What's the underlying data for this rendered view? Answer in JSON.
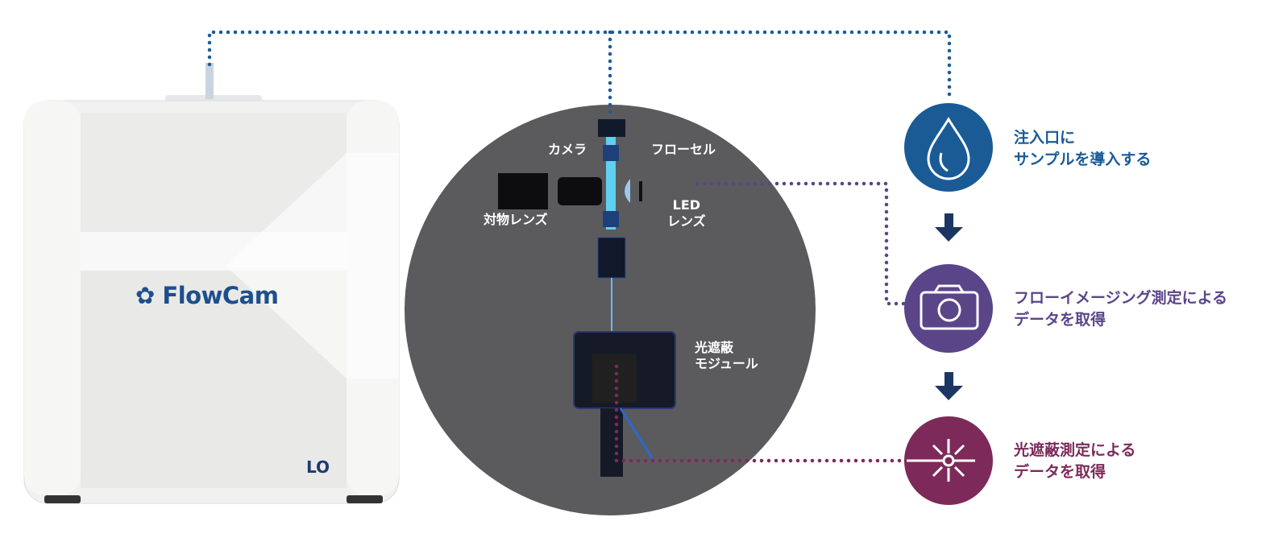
{
  "instrument": {
    "brand": "FlowCam",
    "model": "LO"
  },
  "inset_labels": {
    "camera": "カメラ",
    "flow_cell": "フローセル",
    "objective_lens": "対物レンズ",
    "led_lens": "LED\nレンズ",
    "obscuration_module": "光遮蔽\nモジュール"
  },
  "steps": [
    {
      "text": "注入口に\nサンプルを導入する",
      "icon": "water-drop-icon",
      "color": "#1a5b96"
    },
    {
      "text": "フローイメージング測定による\nデータを取得",
      "icon": "camera-icon",
      "color": "#5a4589"
    },
    {
      "text": "光遮蔽測定による\nデータを取得",
      "icon": "light-burst-icon",
      "color": "#7d2a5a"
    }
  ],
  "colors": {
    "arrow": "#1c3663",
    "inset_bg": "#5b5b5e"
  }
}
